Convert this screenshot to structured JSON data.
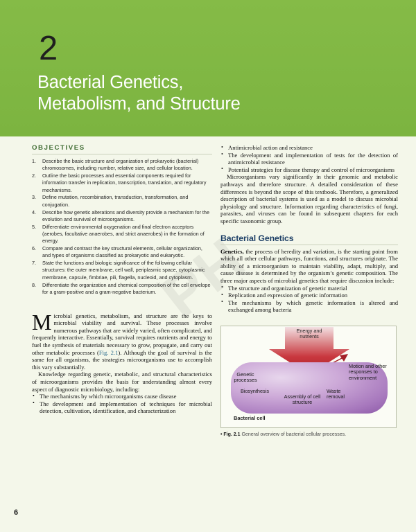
{
  "colors": {
    "banner_green": "#80b844",
    "page_background": "#f4f7ea",
    "objectives_heading": "#3e6b32",
    "section_heading": "#1d3f66",
    "figure_accent_red": "#b3242c",
    "figure_cell_purple": "#a778bd",
    "figure_ref_link": "#2f6f8f"
  },
  "banner": {
    "chapter_number": "2",
    "title_line1": "Bacterial Genetics,",
    "title_line2": "Metabolism, and Structure"
  },
  "watermark": {
    "text": "PH"
  },
  "objectives": {
    "heading": "OBJECTIVES",
    "items": [
      "Describe the basic structure and organization of prokaryotic (bacterial) chromosomes, including number, relative size, and cellular location.",
      "Outline the basic processes and essential components required for information transfer in replication, transcription, translation, and regulatory mechanisms.",
      "Define mutation, recombination, transduction, transformation, and conjugation.",
      "Describe how genetic alterations and diversity provide a mechanism for the evolution and survival of microorganisms.",
      "Differentiate environmental oxygenation and final electron acceptors (aerobes, facultative anaerobes, and strict anaerobes) in the formation of energy.",
      "Compare and contrast the key structural elements, cellular organization, and types of organisms classified as prokaryotic and eukaryotic.",
      "State the functions and biologic significance of the following cellular structures: the outer membrane, cell wall, periplasmic space, cytoplasmic membrane, capsule, fimbriae, pili, flagella, nucleoid, and cytoplasm.",
      "Differentiate the organization and chemical composition of the cell envelope for a gram-positive and a gram-negative bacterium."
    ]
  },
  "right_column": {
    "top_bullets": [
      "Antimicrobial action and resistance",
      "The development and implementation of tests for the detection of antimicrobial resistance",
      "Potential strategies for disease therapy and control of microorganisms"
    ],
    "paragraph": "Microorganisms vary significantly in their genomic and metabolic pathways and therefore structure. A detailed consideration of these differences is beyond the scope of this textbook. Therefore, a generalized description of bacterial systems is used as a model to discuss microbial physiology and structure. Information regarding characteristics of fungi, parasites, and viruses can be found in subsequent chapters for each specific taxonomic group.",
    "section_heading": "Bacterial Genetics",
    "genetics_runin": "Genetics,",
    "genetics_paragraph": " the process of heredity and variation, is the starting point from which all other cellular pathways, functions, and structures originate. The ability of a microorganism to maintain viability, adapt, multiply, and cause disease is determined by the organism’s genetic composition. The three major aspects of microbial genetics that require discussion include:",
    "genetics_bullets": [
      "The structure and organization of genetic material",
      "Replication and expression of genetic information",
      "The mechanisms by which genetic information is altered and exchanged among bacteria"
    ]
  },
  "left_column_lower": {
    "dropcap": "M",
    "paragraph1_rest_a": "icrobial genetics, metabolism, and structure are the keys to microbial viability and survival. These processes involve numerous pathways that are widely varied, often complicated, and frequently interactive. Essentially, survival requires nutrients and energy to fuel the synthesis of materials necessary to grow, propagate, and carry out other metabolic processes (",
    "figure_reference": "Fig. 2.1",
    "paragraph1_rest_b": "). Although the goal of survival is the same for all organisms, the strategies microorganisms use to accomplish this vary substantially.",
    "paragraph2": "Knowledge regarding genetic, metabolic, and structural characteristics of microorganisms provides the basis for understanding almost every aspect of diagnostic microbiology, including:",
    "bullets": [
      "The mechanisms by which microorganisms cause disease",
      "The development and implementation of techniques for microbial detection, cultivation, identification, and characterization"
    ]
  },
  "figure": {
    "input_label_line1": "Energy and",
    "input_label_line2": "nutrients",
    "cell_label": "Bacterial cell",
    "processes": [
      {
        "id": "genetic",
        "text": "Genetic processes"
      },
      {
        "id": "biosynthesis",
        "text": "Biosynthesis"
      },
      {
        "id": "assembly",
        "text": "Assembly of cell structure"
      },
      {
        "id": "waste",
        "text": "Waste removal"
      },
      {
        "id": "motion",
        "text": "Motion and other responses to environment"
      }
    ],
    "caption_number": "Fig. 2.1",
    "caption_text": "General overview of bacterial cellular processes."
  },
  "folio": {
    "page_number": "6"
  }
}
